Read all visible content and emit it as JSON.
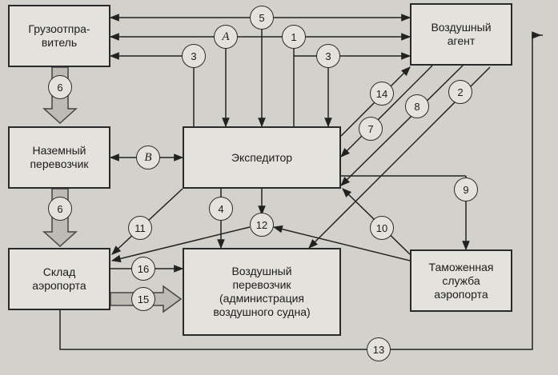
{
  "diagram": {
    "nodes": {
      "shipper": "Грузоотпра-\nвитель",
      "air_agent": "Воздушный\nагент",
      "ground_carrier": "Наземный\nперевозчик",
      "forwarder": "Экспедитор",
      "airport_warehouse": "Склад\nаэропорта",
      "air_carrier": "Воздушный\nперевозчик\n(администрация\nвоздушного судна)",
      "customs": "Таможенная\nслужба\nаэропорта"
    },
    "badges": {
      "b5": "5",
      "bA": "A",
      "b1": "1",
      "b3a": "3",
      "b3b": "3",
      "b6a": "6",
      "b6b": "6",
      "b14": "14",
      "b7": "7",
      "b8": "8",
      "b2": "2",
      "bB": "B",
      "b9": "9",
      "b11": "11",
      "b4": "4",
      "b12": "12",
      "b10": "10",
      "b16": "16",
      "b15": "15",
      "b13": "13"
    }
  }
}
